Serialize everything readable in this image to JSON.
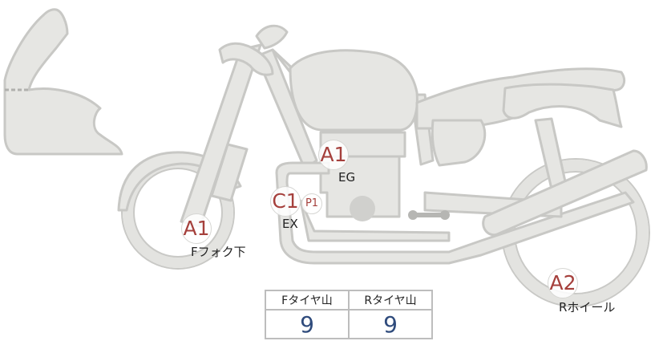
{
  "markers": {
    "a1_fork": "A1",
    "a1_engine": "A1",
    "c1_exhaust": "C1",
    "p1_exhaust": "P1",
    "a2_rear_wheel": "A2"
  },
  "labels": {
    "front_fork_lower": "Fフォク下",
    "engine": "EG",
    "exhaust": "EX",
    "rear_wheel": "Rホイール"
  },
  "tread_table": {
    "headers": [
      "Fタイヤ山",
      "Rタイヤ山"
    ],
    "values": [
      "9",
      "9"
    ]
  },
  "colors": {
    "part_fill": "#e6e6e3",
    "part_stroke": "#c8c8c5",
    "marker_text": "#a5403c",
    "value_text": "#2f4b7c"
  }
}
